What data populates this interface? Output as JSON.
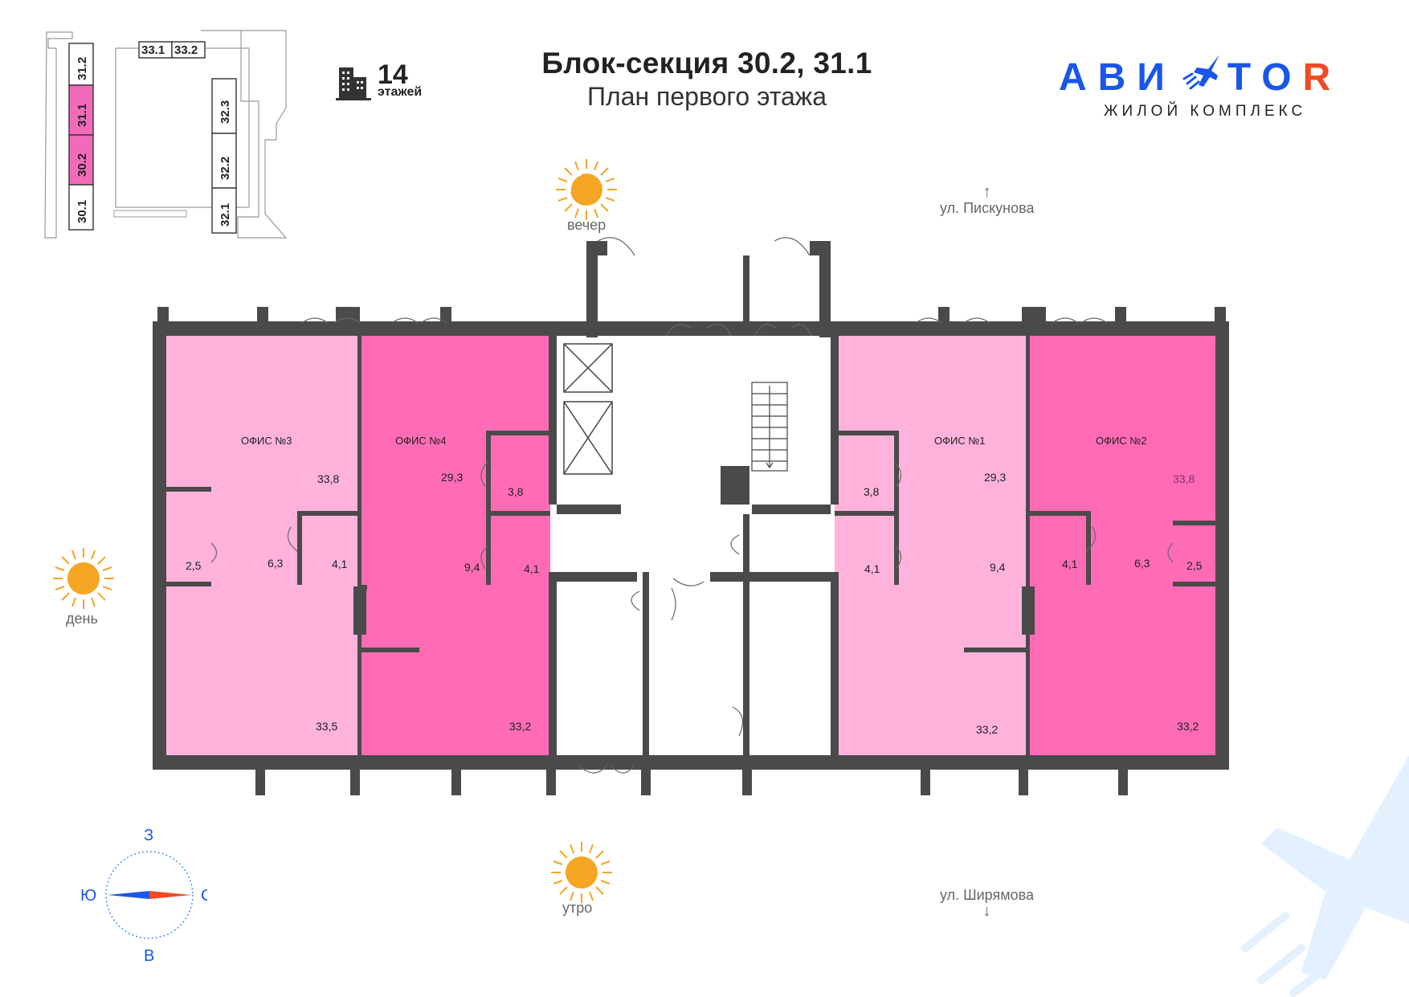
{
  "header": {
    "title": "Блок-секция 30.2, 31.1",
    "subtitle": "План первого этажа"
  },
  "floors": {
    "count": "14",
    "label": "этажей"
  },
  "logo": {
    "brand_part1": "АВИ",
    "brand_part2": "TO",
    "brand_part3": "R",
    "subtitle": "ЖИЛОЙ КОМПЛЕКС"
  },
  "streets": {
    "north": "ул. Пискунова",
    "south": "ул. Ширямова"
  },
  "sun": {
    "evening": "вечер",
    "day": "день",
    "morning": "утро"
  },
  "compass": {
    "top": "З",
    "left": "Ю",
    "right": "С",
    "bottom": "В"
  },
  "minimap": {
    "sections": [
      "33.1",
      "33.2",
      "31.2",
      "31.1",
      "30.2",
      "30.1",
      "32.3",
      "32.2",
      "32.1"
    ],
    "highlighted": [
      "31.1",
      "30.2"
    ]
  },
  "offices": [
    {
      "name": "ОФИС №3",
      "areas": [
        "33,8",
        "6,3",
        "4,1",
        "2,5",
        "33,5"
      ]
    },
    {
      "name": "ОФИС №4",
      "areas": [
        "29,3",
        "3,8",
        "9,4",
        "4,1",
        "33,2"
      ]
    },
    {
      "name": "ОФИС №1",
      "areas": [
        "3,8",
        "29,3",
        "4,1",
        "9,4",
        "33,2"
      ]
    },
    {
      "name": "ОФИС №2",
      "areas": [
        "33,8",
        "4,1",
        "6,3",
        "2,5",
        "33,2"
      ]
    }
  ],
  "colors": {
    "office_light": "#ffb3dc",
    "office_dark": "#ff6cb5",
    "wall": "#4a4a4a",
    "brand_blue": "#1a56e8",
    "brand_red": "#f04a23",
    "highlight": "#f26bb8"
  }
}
